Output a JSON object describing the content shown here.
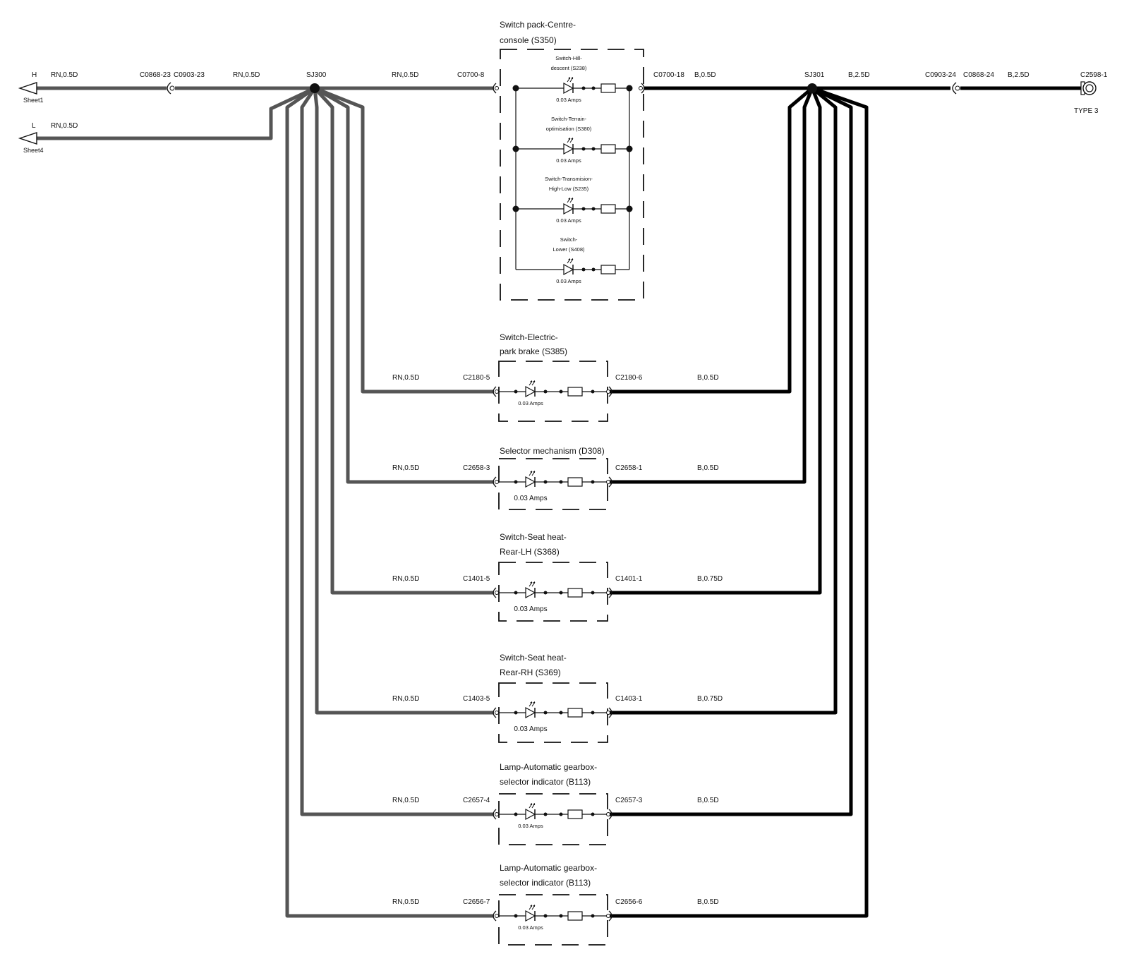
{
  "colors": {
    "rn": "#555555",
    "b": "#000000",
    "ink": "#111111"
  },
  "left": {
    "top": {
      "letter": "H",
      "sheet": "Sheet1",
      "wire": "RN,0.5D",
      "conn1": "C0868-23",
      "conn2": "C0903-23",
      "wire2": "RN,0.5D"
    },
    "bottom": {
      "letter": "L",
      "sheet": "Sheet4",
      "wire": "RN,0.5D"
    }
  },
  "sj300": {
    "label": "SJ300"
  },
  "sj301": {
    "label": "SJ301"
  },
  "main_rn": {
    "wire": "RN,0.5D",
    "conn": "C0700-8"
  },
  "main_b": {
    "conn": "C0700-18",
    "wire": "B,0.5D"
  },
  "right": {
    "wire1": "B,2.5D",
    "conn1": "C0903-24",
    "conn2": "C0868-24",
    "wire2": "B,2.5D",
    "term": "C2598-1",
    "term_type": "TYPE 3"
  },
  "switch_pack": {
    "title1": "Switch pack-Centre-",
    "title2": "console (S350)",
    "items": [
      {
        "name1": "Switch-Hill-",
        "name2": "descent (S238)",
        "amps": "0.03 Amps"
      },
      {
        "name1": "Switch-Terrain-",
        "name2": "optimisation (S380)",
        "amps": "0.03 Amps"
      },
      {
        "name1": "Switch-Transmision-",
        "name2": "High-Low (S235)",
        "amps": "0.03 Amps"
      },
      {
        "name1": "Switch-",
        "name2": "Lower (S408)",
        "amps": "0.03 Amps"
      }
    ]
  },
  "branches": [
    {
      "title1": "Switch-Electric-",
      "title2": "park brake (S385)",
      "rn_wire": "RN,0.5D",
      "left_conn": "C2180-5",
      "right_conn": "C2180-6",
      "b_wire": "B,0.5D",
      "amps": "0.03 Amps"
    },
    {
      "title1": "Selector mechanism (D308)",
      "title2": "",
      "rn_wire": "RN,0.5D",
      "left_conn": "C2658-3",
      "right_conn": "C2658-1",
      "b_wire": "B,0.5D",
      "amps": "0.03 Amps"
    },
    {
      "title1": "Switch-Seat heat-",
      "title2": "Rear-LH (S368)",
      "rn_wire": "RN,0.5D",
      "left_conn": "C1401-5",
      "right_conn": "C1401-1",
      "b_wire": "B,0.75D",
      "amps": "0.03 Amps"
    },
    {
      "title1": "Switch-Seat heat-",
      "title2": "Rear-RH (S369)",
      "rn_wire": "RN,0.5D",
      "left_conn": "C1403-5",
      "right_conn": "C1403-1",
      "b_wire": "B,0.75D",
      "amps": "0.03 Amps"
    },
    {
      "title1": "Lamp-Automatic gearbox-",
      "title2": "selector indicator (B113)",
      "rn_wire": "RN,0.5D",
      "left_conn": "C2657-4",
      "right_conn": "C2657-3",
      "b_wire": "B,0.5D",
      "amps": "0.03 Amps"
    },
    {
      "title1": "Lamp-Automatic gearbox-",
      "title2": "selector indicator (B113)",
      "rn_wire": "RN,0.5D",
      "left_conn": "C2656-7",
      "right_conn": "C2656-6",
      "b_wire": "B,0.5D",
      "amps": "0.03 Amps"
    }
  ]
}
